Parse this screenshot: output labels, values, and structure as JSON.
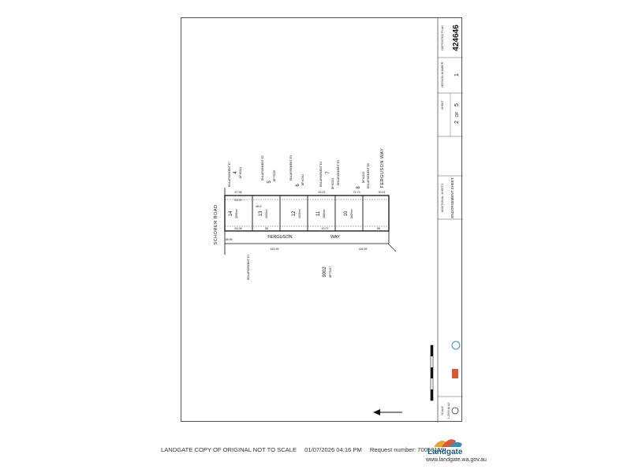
{
  "footer": {
    "notice": "LANDGATE COPY OF ORIGINAL NOT TO SCALE",
    "datetime": "01/07/2026 04:16 PM",
    "request": "Request number: 70058159",
    "brand": "Landgate",
    "url": "www.landgate.wa.gov.au"
  },
  "title_block": {
    "plan_label": "DEPOSITED PLAN",
    "plan_number": "424646",
    "version_label": "VERSION NUMBER",
    "version": "1",
    "sheet_label": "SHEET",
    "sheet": "2",
    "of": "OF",
    "sheets": "5",
    "sheet_title_label": "ADDITIONAL SHEETS",
    "sheet_title": "ENDORSEMENT SHEET",
    "scale_label": "SCALE",
    "scale": "1:2000 @ A3"
  },
  "plan": {
    "roads": [
      "SCHORER ROAD",
      "FERGUSON WAY",
      "FERGUSON",
      "WAY"
    ],
    "lot_9002": "9002",
    "lot_9002_ref": "DP75027",
    "lots": [
      {
        "lot": "14",
        "area": "2896m²"
      },
      {
        "lot": "13",
        "area": "4000m²"
      },
      {
        "lot": "12",
        "area": "4000m²"
      },
      {
        "lot": "11",
        "area": "2884m²"
      },
      {
        "lot": "10",
        "area": "2829m²"
      }
    ],
    "above_lots": [
      {
        "lot": "4",
        "ref": "DP40224",
        "enl": "ENLARGEMENT E7"
      },
      {
        "lot": "5",
        "ref": "DP75026",
        "enl": "ENLARGEMENT E2"
      },
      {
        "lot": "6",
        "ref": "DP40341",
        "enl": "ENLARGEMENT E3"
      },
      {
        "lot": "7",
        "ref": "DP40224",
        "enl": "ENLARGEMENT E4"
      },
      {
        "lot": "8",
        "ref": "DP40224",
        "enl": "ENLARGEMENT E5"
      }
    ],
    "enl_left": "ENLARGEMENT E1",
    "enl_right": "ENLARGEMENT E6",
    "dims": [
      "57.98",
      "52.00",
      "43.22",
      "72.73",
      "20.01",
      "183.99",
      "116.99",
      "61.08",
      "58",
      "43.27",
      "66.5",
      "56",
      "38.95"
    ]
  }
}
